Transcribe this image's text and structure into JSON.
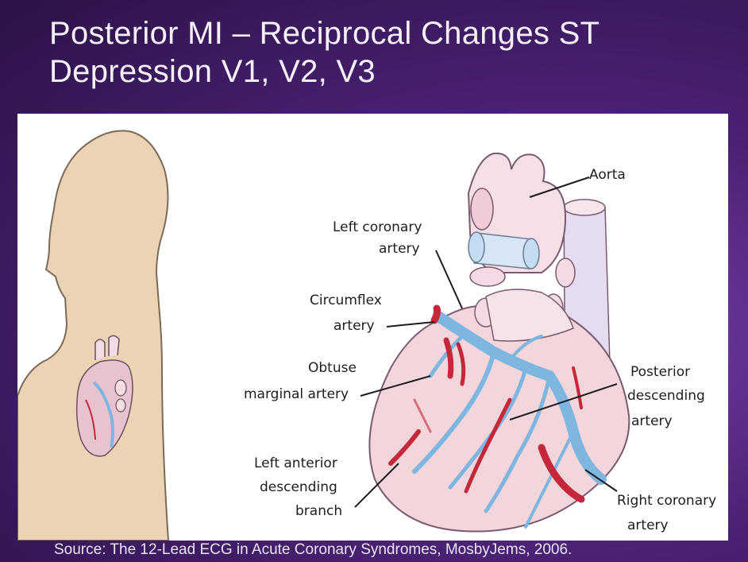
{
  "slide": {
    "title_line1": "Posterior MI – Reciprocal Changes ST",
    "title_line2": "Depression V1, V2, V3"
  },
  "figure": {
    "labels": {
      "aorta": "Aorta",
      "left_coronary_1": "Left coronary",
      "left_coronary_2": "artery",
      "circumflex_1": "Circumflex",
      "circumflex_2": "artery",
      "obtuse_1": "Obtuse",
      "obtuse_2": "marginal artery",
      "lad_1": "Left anterior",
      "lad_2": "descending",
      "lad_3": "branch",
      "pda_1": "Posterior",
      "pda_2": "descending",
      "pda_3": "artery",
      "rca_1": "Right coronary",
      "rca_2": "artery"
    }
  },
  "caption": "Source: The 12-Lead ECG in Acute Coronary Syndromes, MosbyJems, 2006.",
  "colors": {
    "background": "#4b2275",
    "skin": "#ecd3b3",
    "heart": "#f3d6dc",
    "vein_blue": "#7fb6e0",
    "artery_red": "#c4283a"
  }
}
